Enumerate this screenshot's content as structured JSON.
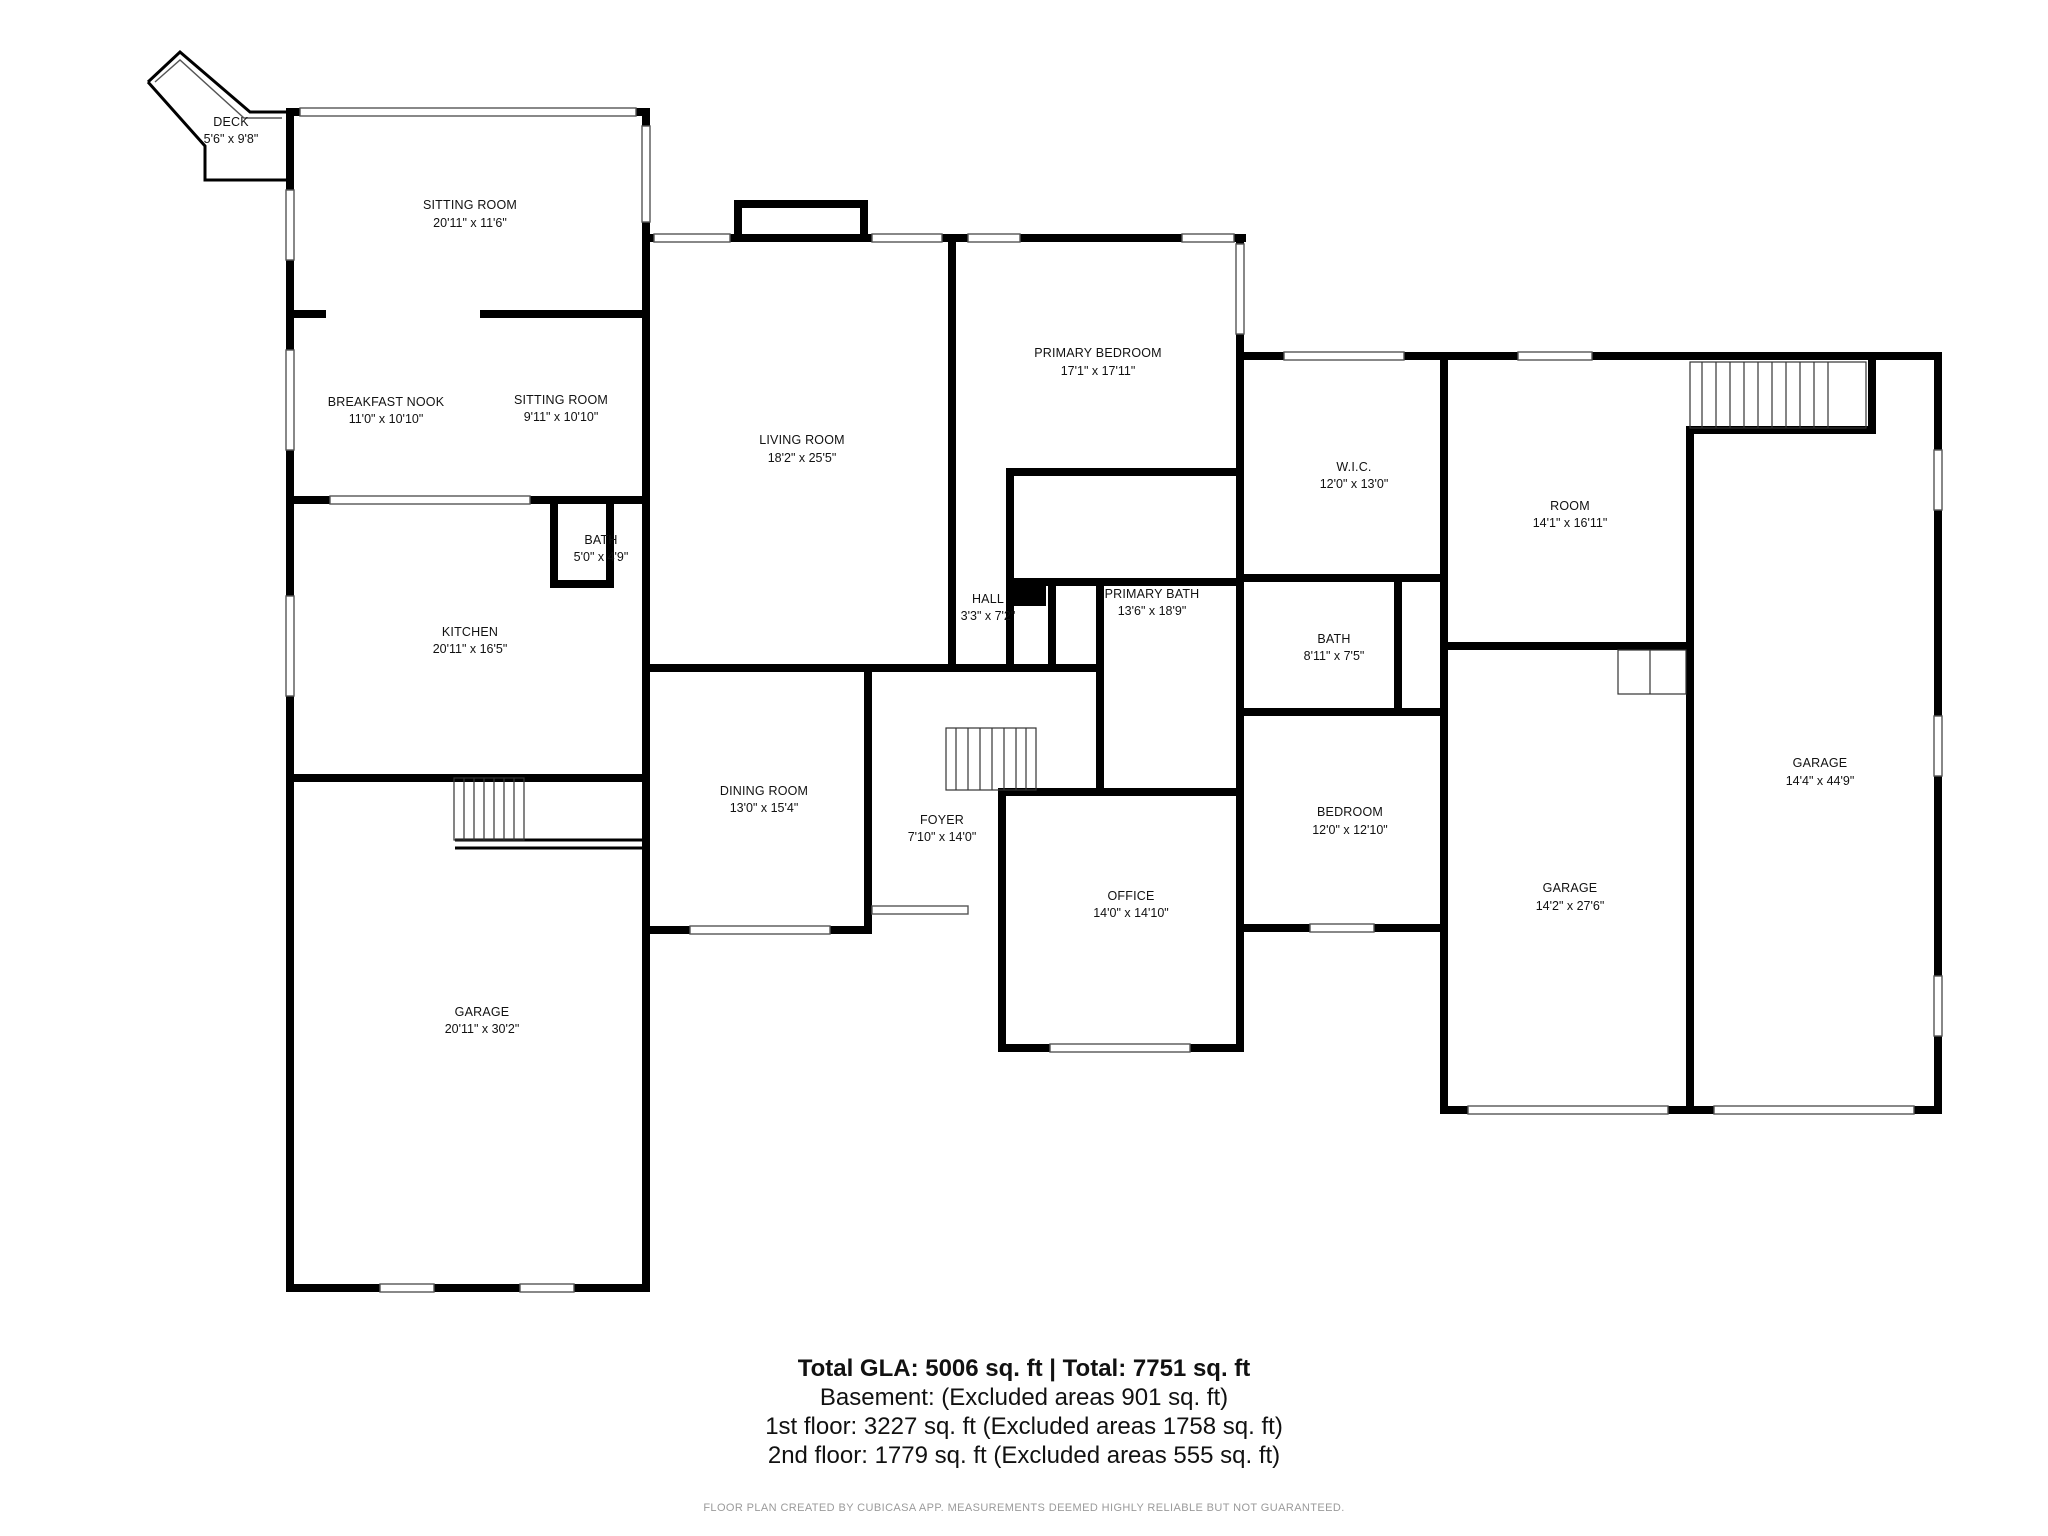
{
  "rooms": [
    {
      "id": "deck",
      "name": "DECK",
      "dims": "5'6\" x 9'8\""
    },
    {
      "id": "sitting-room-1",
      "name": "SITTING ROOM",
      "dims": "20'11\" x 11'6\""
    },
    {
      "id": "breakfast-nook",
      "name": "BREAKFAST NOOK",
      "dims": "11'0\" x 10'10\""
    },
    {
      "id": "sitting-room-2",
      "name": "SITTING ROOM",
      "dims": "9'11\" x 10'10\""
    },
    {
      "id": "bath-1",
      "name": "BATH",
      "dims": "5'0\" x 4'9\""
    },
    {
      "id": "kitchen",
      "name": "KITCHEN",
      "dims": "20'11\" x 16'5\""
    },
    {
      "id": "garage-1",
      "name": "GARAGE",
      "dims": "20'11\" x 30'2\""
    },
    {
      "id": "living-room",
      "name": "LIVING ROOM",
      "dims": "18'2\" x 25'5\""
    },
    {
      "id": "dining-room",
      "name": "DINING ROOM",
      "dims": "13'0\" x 15'4\""
    },
    {
      "id": "foyer",
      "name": "FOYER",
      "dims": "7'10\" x 14'0\""
    },
    {
      "id": "hall",
      "name": "HALL",
      "dims": "3'3\" x 7'2\""
    },
    {
      "id": "primary-bedroom",
      "name": "PRIMARY BEDROOM",
      "dims": "17'1\" x 17'11\""
    },
    {
      "id": "primary-bath",
      "name": "PRIMARY BATH",
      "dims": "13'6\" x 18'9\""
    },
    {
      "id": "office",
      "name": "OFFICE",
      "dims": "14'0\" x 14'10\""
    },
    {
      "id": "wic",
      "name": "W.I.C.",
      "dims": "12'0\" x 13'0\""
    },
    {
      "id": "bath-2",
      "name": "BATH",
      "dims": "8'11\" x 7'5\""
    },
    {
      "id": "bedroom",
      "name": "BEDROOM",
      "dims": "12'0\" x 12'10\""
    },
    {
      "id": "room",
      "name": "ROOM",
      "dims": "14'1\" x 16'11\""
    },
    {
      "id": "garage-2",
      "name": "GARAGE",
      "dims": "14'2\" x 27'6\""
    },
    {
      "id": "garage-3",
      "name": "GARAGE",
      "dims": "14'4\" x 44'9\""
    }
  ],
  "summary": {
    "total": "Total GLA: 5006 sq. ft | Total: 7751 sq. ft",
    "basement": "Basement: (Excluded areas 901 sq. ft)",
    "first_floor": "1st floor: 3227 sq. ft (Excluded areas 1758 sq. ft)",
    "second_floor": "2nd floor: 1779 sq. ft (Excluded areas 555 sq. ft)"
  },
  "footer": "FLOOR PLAN CREATED BY CUBICASA APP. MEASUREMENTS DEEMED HIGHLY RELIABLE BUT NOT GUARANTEED."
}
